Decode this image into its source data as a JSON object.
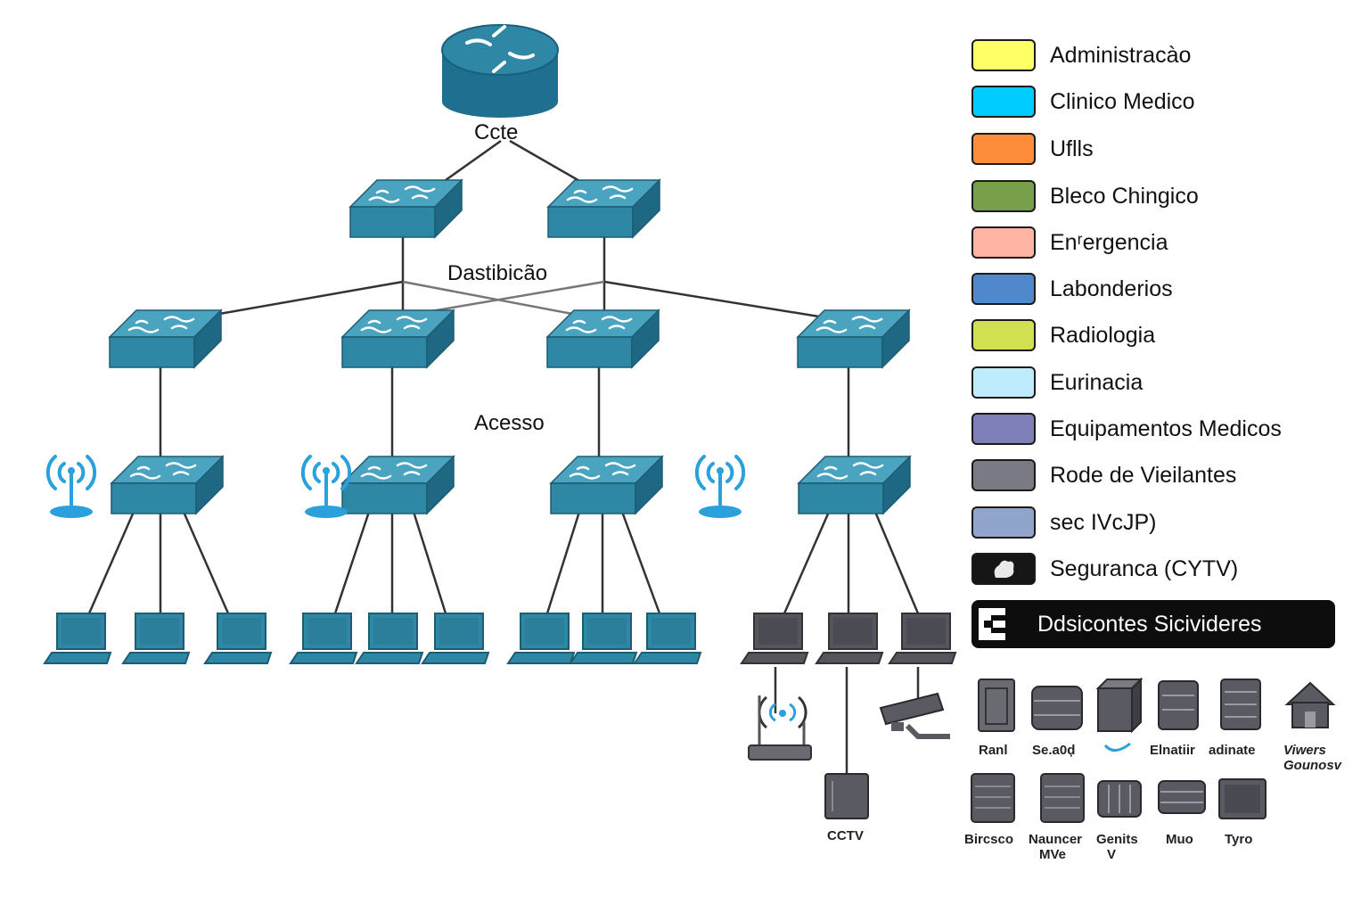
{
  "diagram": {
    "core_label": "Ccte",
    "distribution_label": "Dastibicão",
    "access_label": "Acesso",
    "cctv_label": "CCTV"
  },
  "legend": {
    "items": [
      {
        "label": "Administracào",
        "color": "#ffff66"
      },
      {
        "label": "Clinico Medico",
        "color": "#00ccff"
      },
      {
        "label": "Uflls",
        "color": "#ff8c38"
      },
      {
        "label": "Bleco Chingico",
        "color": "#78a04a"
      },
      {
        "label": "Enʳergencia",
        "color": "#ffb4a4"
      },
      {
        "label": "Labonderios",
        "color": "#5088cc"
      },
      {
        "label": "Radiologia",
        "color": "#d0e050"
      },
      {
        "label": "Eurinacia",
        "color": "#bfecfc"
      },
      {
        "label": "Equipamentos Medicos",
        "color": "#7e7eb8"
      },
      {
        "label": "Rode de Vieilantes",
        "color": "#7a7a84"
      },
      {
        "label": "sec IVcJP)",
        "color": "#90a4cc"
      },
      {
        "label": "Seguranca (CYTV)",
        "color": "#161616"
      }
    ],
    "banner_label": "Ddsicontes Sicivideres"
  },
  "servers": {
    "row1": [
      "Ranl",
      "Se.a0ḑ",
      "",
      "Elnatiir",
      "adinate",
      "Viwers Gounosv"
    ],
    "row2": [
      "Bircsco",
      "Nauncer MVe",
      "Genits V",
      "Muo",
      "Tyro"
    ]
  },
  "colors": {
    "network_teal": "#2e87a4",
    "router_teal": "#1e6f90",
    "device_gray": "#55555e",
    "wifi_blue": "#2aa0dc"
  }
}
